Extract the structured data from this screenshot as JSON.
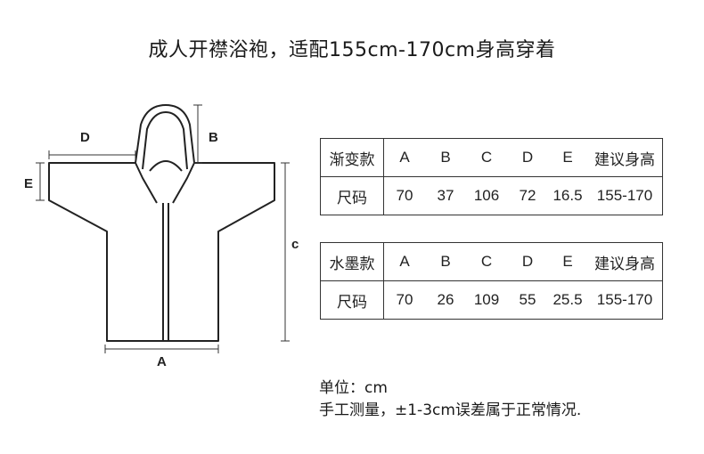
{
  "title": "成人开襟浴袍，适配155cm-170cm身高穿着",
  "dimension_labels": {
    "a": "A",
    "b": "B",
    "c": "c",
    "d": "D",
    "e": "E"
  },
  "tables": [
    {
      "header": [
        "渐变款",
        "A",
        "B",
        "C",
        "D",
        "E",
        "建议身高"
      ],
      "row": [
        "尺码",
        "70",
        "37",
        "106",
        "72",
        "16.5",
        "155-170"
      ]
    },
    {
      "header": [
        "水墨款",
        "A",
        "B",
        "C",
        "D",
        "E",
        "建议身高"
      ],
      "row": [
        "尺码",
        "70",
        "26",
        "109",
        "55",
        "25.5",
        "155-170"
      ]
    }
  ],
  "notes": {
    "unit": "单位：cm",
    "disclaimer": "手工测量，±1-3cm误差属于正常情况."
  }
}
